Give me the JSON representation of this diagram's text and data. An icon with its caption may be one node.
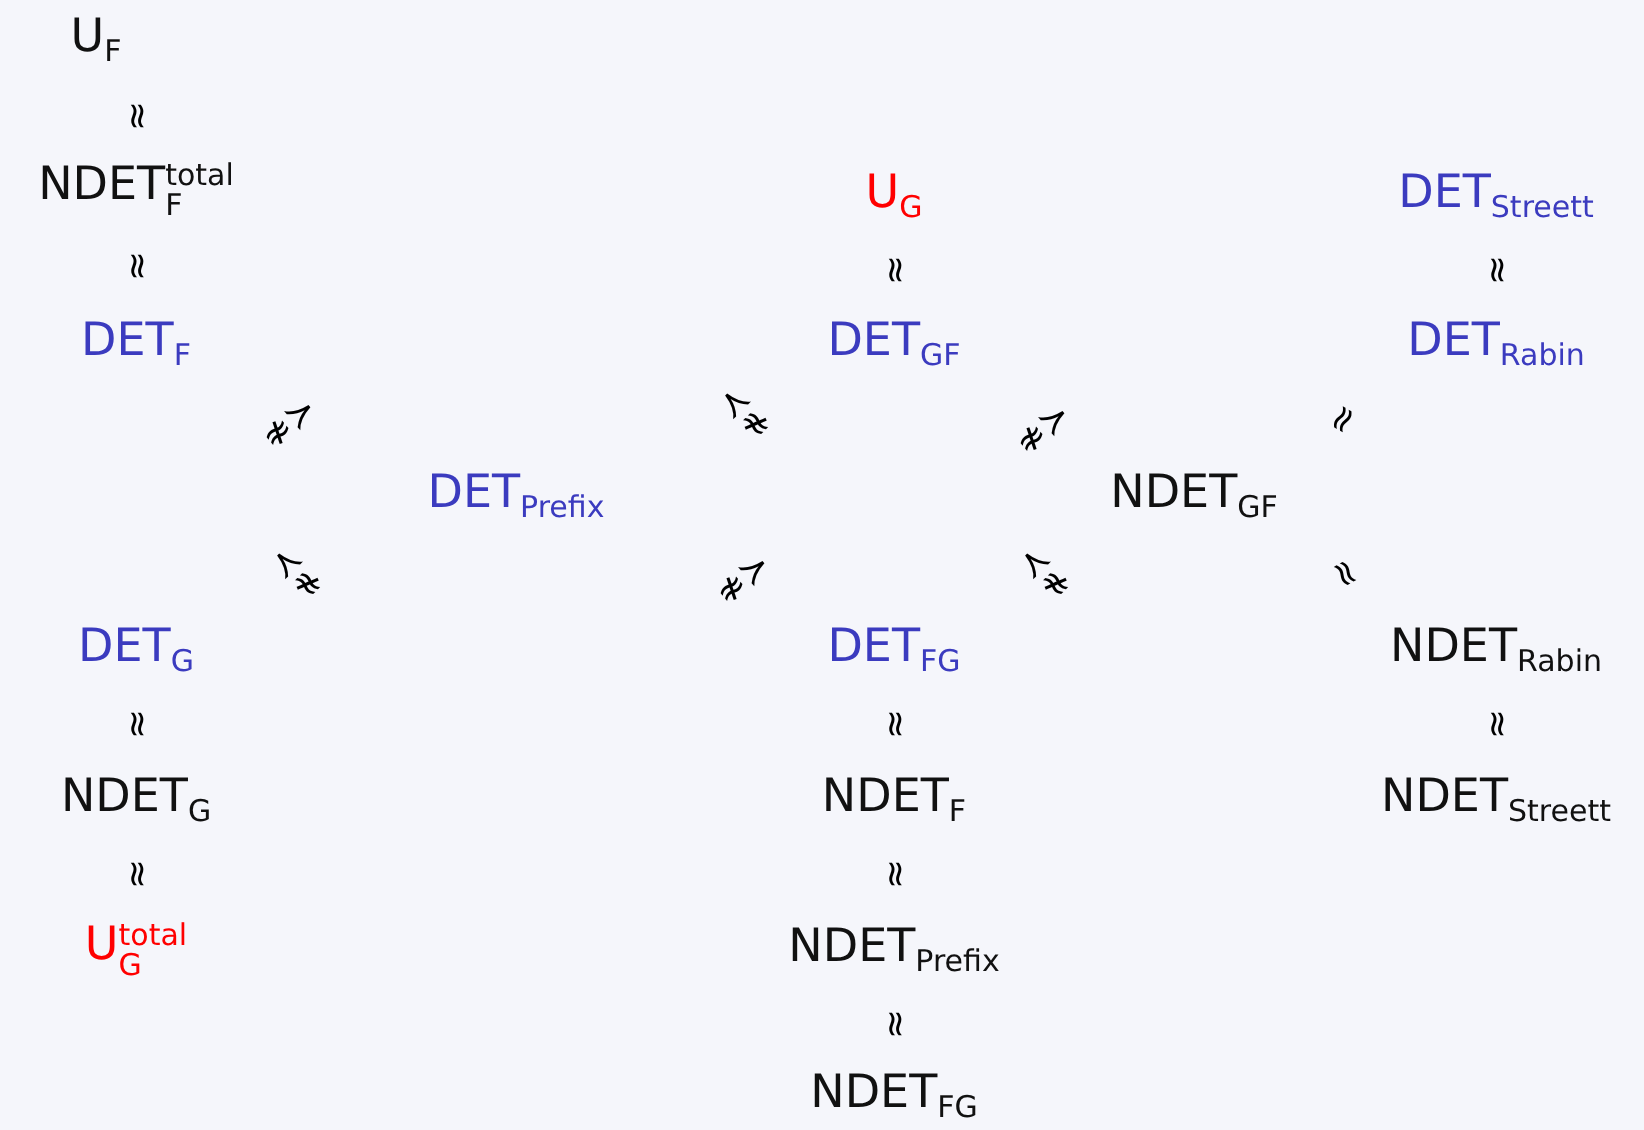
{
  "diagram": {
    "nodes": [
      {
        "text": [
          "U$_{F}$"
        ]
      },
      {
        "text": [
          "NDET$^{total}$$_{F}$"
        ]
      },
      {
        "text": [
          "U$_{G}$"
        ]
      },
      {
        "text": [
          "DET$_{Streett}$"
        ]
      },
      {
        "text": [
          "DET$_{F}$"
        ]
      },
      {
        "text": [
          "DET$_{GF}$"
        ]
      },
      {
        "text": [
          "DET$_{Rabin}$"
        ]
      },
      {
        "text": [
          "DET$_{Prefix}$"
        ]
      },
      {
        "text": [
          "NDET$_{GF}$"
        ]
      },
      {
        "text": [
          "DET$_{G}$"
        ]
      },
      {
        "text": [
          "DET$_{FG}$"
        ]
      },
      {
        "text": [
          "NDET$_{Rabin}$"
        ]
      },
      {
        "text": [
          "NDET$_{G}$"
        ]
      },
      {
        "text": [
          "NDET$_{F}$"
        ]
      },
      {
        "text": [
          "NDET$_{Streett}$"
        ]
      },
      {
        "text": [
          "U$^{total}$$_{G}$"
        ]
      },
      {
        "text": [
          "NDET$_{Prefix}$"
        ]
      },
      {
        "text": [
          "NDET$_{FG}$"
        ]
      }
    ],
    "labels": [
      "≈",
      "≈",
      "≈",
      "≈",
      "≉≻",
      "≺≉",
      "≉≻",
      "≈",
      "≺≉",
      "≉≻",
      "≺≉",
      "≈",
      "≈",
      "≈",
      "≈",
      "≈",
      "≈",
      "≈"
    ]
  }
}
